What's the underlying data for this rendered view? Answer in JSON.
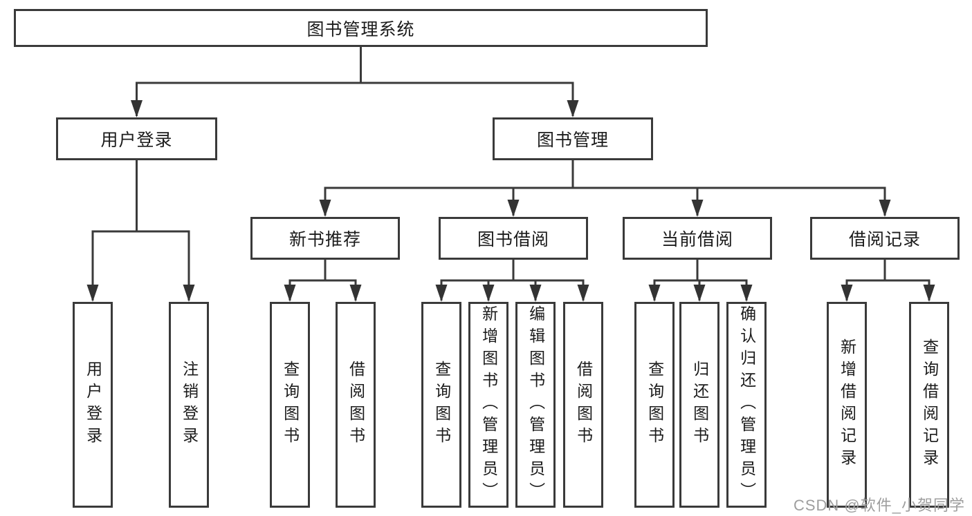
{
  "diagram_title": "图书管理系统",
  "nodes": {
    "root": "图书管理系统",
    "user_login": "用户登录",
    "book_management": "图书管理",
    "login": "用户登录",
    "logout": "注销登录",
    "new_book_recommend": "新书推荐",
    "book_borrow": "图书借阅",
    "current_borrow": "当前借阅",
    "borrow_records": "借阅记录",
    "recommend_query_books": "查询图书",
    "recommend_borrow_books": "借阅图书",
    "borrow_query_books": "查询图书",
    "borrow_add_books": "新增图书（管理员）",
    "borrow_edit_books": "编辑图书（管理员）",
    "borrow_borrow_books": "借阅图书",
    "current_query_books": "查询图书",
    "current_return_books": "归还图书",
    "current_confirm_return": "确认归还（管理员）",
    "records_add_record": "新增借阅记录",
    "records_query_record": "查询借阅记录"
  },
  "structure": {
    "图书管理系统": {
      "用户登录": [
        "用户登录",
        "注销登录"
      ],
      "图书管理": {
        "新书推荐": [
          "查询图书",
          "借阅图书"
        ],
        "图书借阅": [
          "查询图书",
          "新增图书（管理员）",
          "编辑图书（管理员）",
          "借阅图书"
        ],
        "当前借阅": [
          "查询图书",
          "归还图书",
          "确认归还（管理员）"
        ],
        "借阅记录": [
          "新增借阅记录",
          "查询借阅记录"
        ]
      }
    }
  },
  "watermark": "CSDN @软件_小贺同学",
  "colors": {
    "line": "#3a3a3a",
    "arrow": "#333333",
    "box_border": "#3a3a3a",
    "box_fill": "#ffffff",
    "text": "#1b1b1b",
    "watermark": "#9e9e9e",
    "background": "#ffffff"
  }
}
